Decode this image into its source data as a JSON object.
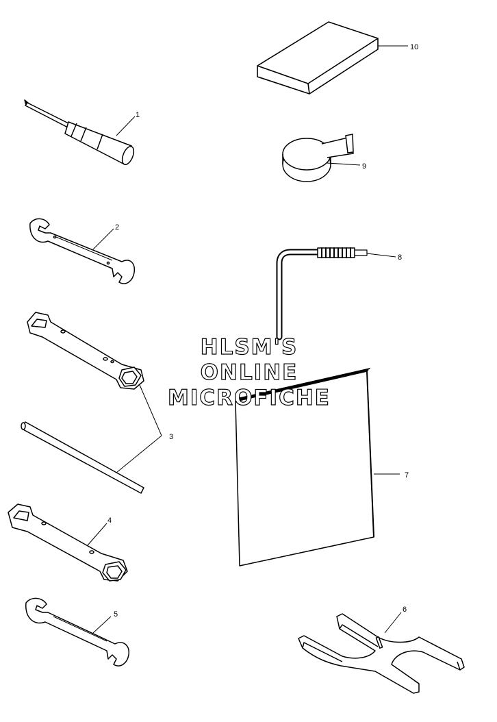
{
  "callouts": [
    {
      "id": "1",
      "label": "1"
    },
    {
      "id": "2",
      "label": "2"
    },
    {
      "id": "3",
      "label": "3"
    },
    {
      "id": "4",
      "label": "4"
    },
    {
      "id": "5",
      "label": "5"
    },
    {
      "id": "6",
      "label": "6"
    },
    {
      "id": "7",
      "label": "7"
    },
    {
      "id": "8",
      "label": "8"
    },
    {
      "id": "9",
      "label": "9"
    },
    {
      "id": "10",
      "label": "10"
    }
  ],
  "watermark": {
    "line1": "HLSM'S",
    "line2": "ONLINE",
    "line3": "MICROFICHE"
  }
}
